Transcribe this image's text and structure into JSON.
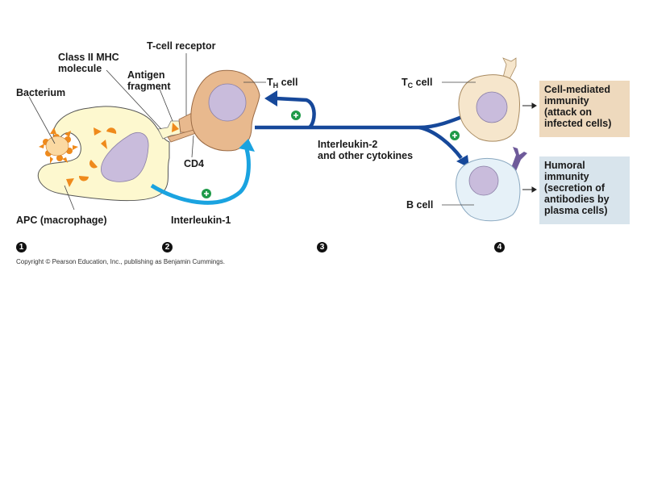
{
  "figure": {
    "labels": {
      "bacterium": "Bacterium",
      "class_ii_mhc_line1": "Class II MHC",
      "class_ii_mhc_line2": "molecule",
      "antigen_fragment_line1": "Antigen",
      "antigen_fragment_line2": "fragment",
      "t_cell_receptor": "T-cell receptor",
      "th_cell_main": "T",
      "th_cell_sub": "H",
      "th_cell_suffix": " cell",
      "cd4": "CD4",
      "apc": "APC (macrophage)",
      "interleukin_1": "Interleukin-1",
      "interleukin_2_line1": "Interleukin-2",
      "interleukin_2_line2": "and other cytokines",
      "tc_cell_main": "T",
      "tc_cell_sub": "C",
      "tc_cell_suffix": " cell",
      "b_cell": "B cell"
    },
    "outcome_boxes": {
      "cell_mediated": {
        "lines": [
          "Cell-mediated",
          "immunity",
          "(attack on",
          "infected cells)"
        ],
        "color": "#eed9bd"
      },
      "humoral": {
        "lines": [
          "Humoral",
          "immunity",
          "(secretion of",
          "antibodies by",
          "plasma cells)"
        ],
        "color": "#d8e4ec"
      }
    },
    "plus_symbol": "+",
    "steps": [
      "1",
      "2",
      "3",
      "4"
    ],
    "colors": {
      "apc_fill": "#fdf8cf",
      "nucleus": "#c9bcdc",
      "th_cell": "#e8b98e",
      "tc_cell": "#f6e6cc",
      "b_cell": "#e6f1f8",
      "il1_arrow": "#1aa3e0",
      "il2_arrow": "#16489a",
      "plus_green": "#1e9a48",
      "antigen_orange": "#ef8a1c",
      "antibody_purple": "#6e5a9a"
    }
  },
  "copyright": "Copyright © Pearson Education, Inc., publishing as Benjamin Cummings."
}
